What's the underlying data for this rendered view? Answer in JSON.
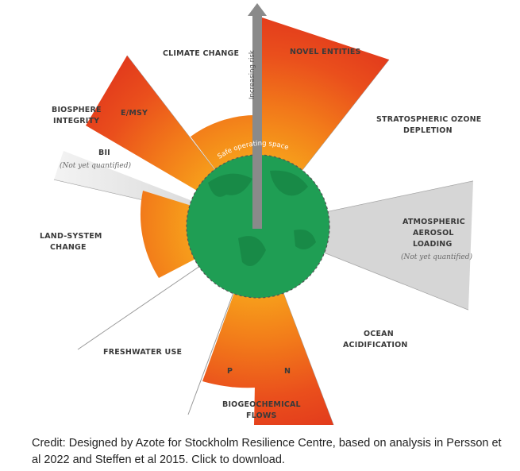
{
  "diagram": {
    "labels": {
      "climate_change": "CLIMATE CHANGE",
      "novel_entities": "NOVEL ENTITIES",
      "ozone_line1": "STRATOSPHERIC OZONE",
      "ozone_line2": "DEPLETION",
      "aerosol_line1": "ATMOSPHERIC",
      "aerosol_line2": "AEROSOL",
      "aerosol_line3": "LOADING",
      "aerosol_note": "(Not yet quantified)",
      "ocean_line1": "OCEAN",
      "ocean_line2": "ACIDIFICATION",
      "biogeo_line1": "BIOGEOCHEMICAL",
      "biogeo_line2": "FLOWS",
      "biogeo_n": "N",
      "biogeo_p": "P",
      "freshwater": "FRESHWATER USE",
      "land_line1": "LAND-SYSTEM",
      "land_line2": "CHANGE",
      "biosphere_line1": "BIOSPHERE",
      "biosphere_line2": "INTEGRITY",
      "emsy": "E/MSY",
      "bii": "BII",
      "bii_note": "(Not yet quantified)"
    },
    "axis_label": "Increasing risk",
    "safe_space_label": "Safe operating space",
    "colors": {
      "safe_green": "#1f9e54",
      "risk_orange": "#f07a1a",
      "high_risk_red": "#e8401c",
      "not_quantified_grey": "#d4d4d4",
      "axis_grey": "#808080"
    }
  },
  "credit": "Credit: Designed by Azote for Stockholm Resilience Centre, based on analysis in Persson et al 2022 and Steffen et al 2015. Click to download."
}
